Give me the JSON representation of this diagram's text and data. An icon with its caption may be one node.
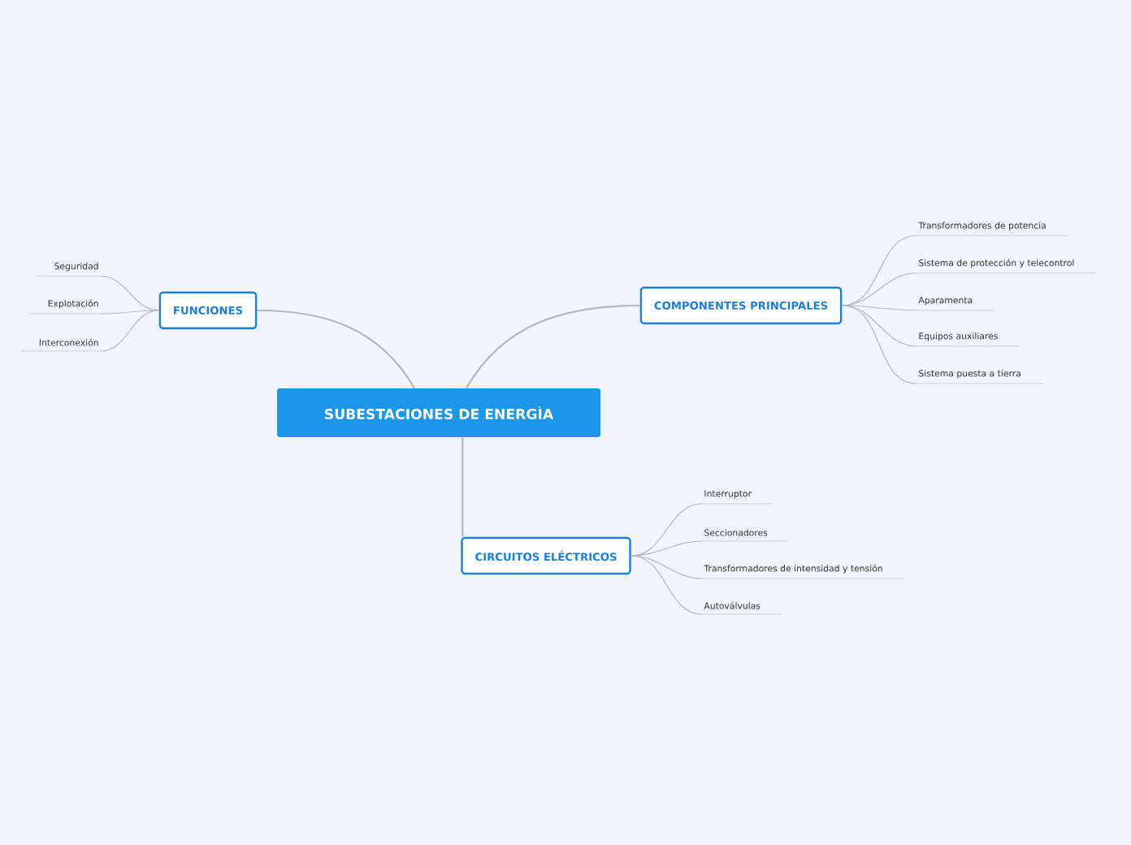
{
  "diagram": {
    "nodes": [
      {
        "text": [
          "SUBESTACIONES DE ENERGÌA"
        ]
      },
      {
        "text": [
          "FUNCIONES"
        ]
      },
      {
        "text": [
          "Seguridad"
        ]
      },
      {
        "text": [
          "Explotación"
        ]
      },
      {
        "text": [
          "Interconexión"
        ]
      },
      {
        "text": [
          "COMPONENTES PRINCIPALES"
        ]
      },
      {
        "text": [
          "Transformadores de potencia"
        ]
      },
      {
        "text": [
          "Sistema de protección y telecontrol"
        ]
      },
      {
        "text": [
          "Aparamenta"
        ]
      },
      {
        "text": [
          "Equipos auxiliares"
        ]
      },
      {
        "text": [
          "Sistema puesta a tierra"
        ]
      },
      {
        "text": [
          "CIRCUITOS ELÉCTRICOS"
        ]
      },
      {
        "text": [
          "Interruptor"
        ]
      },
      {
        "text": [
          "Seccionadores"
        ]
      },
      {
        "text": [
          "Transformadores de intensidad y tensión"
        ]
      },
      {
        "text": [
          "Autoválvulas"
        ]
      }
    ],
    "edges": [
      {
        "from": 0,
        "to": 1,
        "arrow": "none"
      },
      {
        "from": 0,
        "to": 5,
        "arrow": "none"
      },
      {
        "from": 0,
        "to": 11,
        "arrow": "none"
      },
      {
        "from": 1,
        "to": 2,
        "arrow": "none"
      },
      {
        "from": 1,
        "to": 3,
        "arrow": "none"
      },
      {
        "from": 1,
        "to": 4,
        "arrow": "none"
      },
      {
        "from": 5,
        "to": 6,
        "arrow": "none"
      },
      {
        "from": 5,
        "to": 7,
        "arrow": "none"
      },
      {
        "from": 5,
        "to": 8,
        "arrow": "none"
      },
      {
        "from": 5,
        "to": 9,
        "arrow": "none"
      },
      {
        "from": 5,
        "to": 10,
        "arrow": "none"
      },
      {
        "from": 11,
        "to": 12,
        "arrow": "none"
      },
      {
        "from": 11,
        "to": 13,
        "arrow": "none"
      },
      {
        "from": 11,
        "to": 14,
        "arrow": "none"
      },
      {
        "from": 11,
        "to": 15,
        "arrow": "none"
      }
    ]
  }
}
